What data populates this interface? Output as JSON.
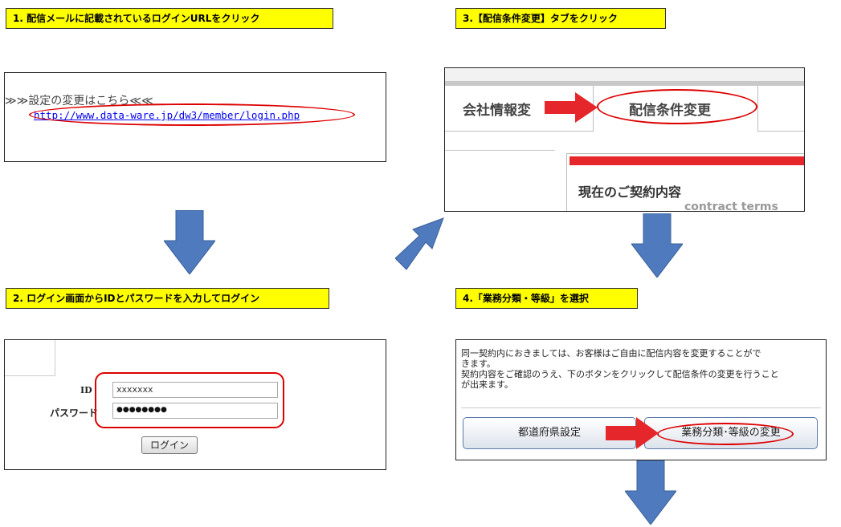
{
  "steps": {
    "step1": "1. 配信メールに記載されているログインURLをクリック",
    "step2": "2. ログイン画面からIDとパスワードを入力してログイン",
    "step3": "3.【配信条件変更】タブをクリック",
    "step4": "4.「業務分類・等級」を選択"
  },
  "email": {
    "settings_text": "≫≫設定の変更はこちら≪≪",
    "login_url": "http://www.data-ware.jp/dw3/member/login.php"
  },
  "login": {
    "id_label": "ID",
    "id_value": "xxxxxxx",
    "password_label": "パスワード",
    "password_value": "●●●●●●●●",
    "login_button": "ログイン"
  },
  "tabs": {
    "company_info": "会社情報変",
    "delivery_conditions": "配信条件変更",
    "contract_heading": "現在のご契約内容",
    "contract_heading_en": "contract terms"
  },
  "settings": {
    "line1": "同一契約内におきましては、お客様はご自由に配信内容を変更することがで",
    "line2": "きます。",
    "line3": "契約内容をご確認のうえ、下のボタンをクリックして配信条件の変更を行うこと",
    "line4": "が出来ます。",
    "prefecture_button": "都道府県設定",
    "category_button": "業務分類･等級の変更"
  },
  "colors": {
    "label_bg": "#ffff00",
    "highlight": "#dd0000",
    "arrow_blue": "#4f7bbe",
    "link_blue": "#0000ee",
    "red_bar": "#e5262b"
  }
}
